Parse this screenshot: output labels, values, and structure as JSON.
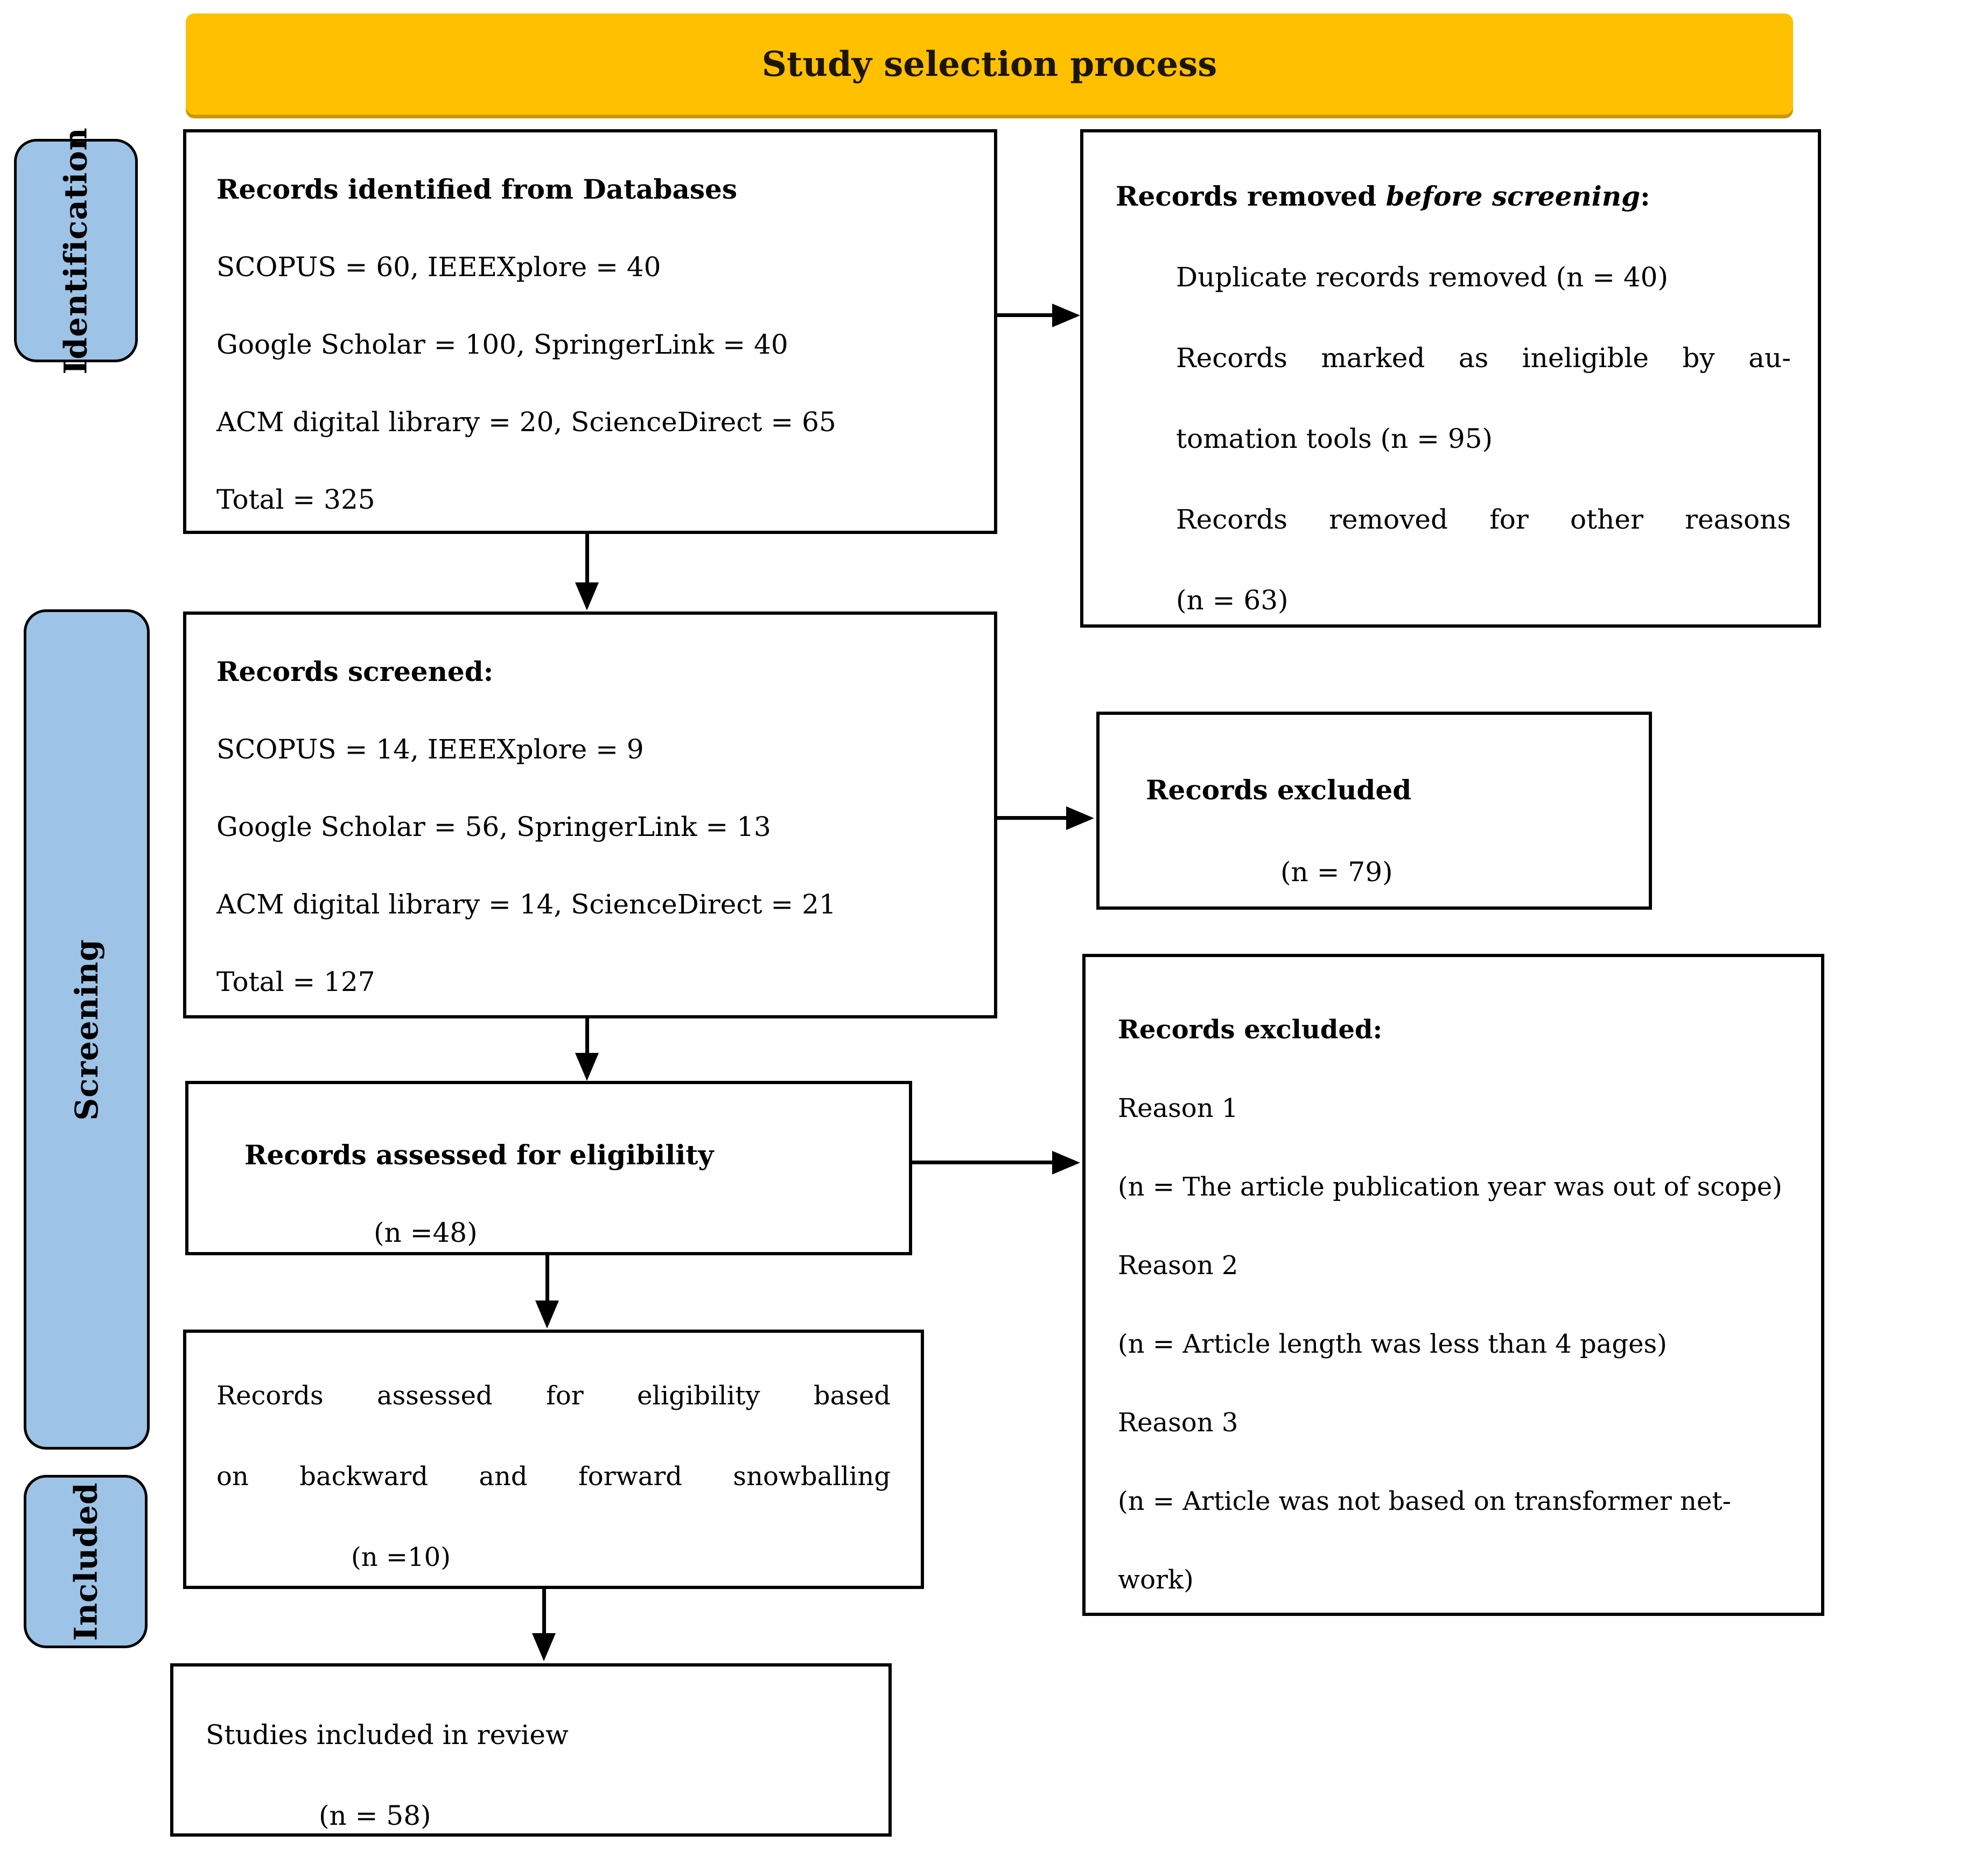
{
  "title": "Study selection process",
  "sidebar": {
    "identification": "Identification",
    "screening": "Screening",
    "included": "Included"
  },
  "boxes": {
    "identified": {
      "header": "Records identified from Databases",
      "lines": [
        "SCOPUS = 60, IEEEXplore = 40",
        "Google Scholar = 100, SpringerLink = 40",
        "ACM digital library = 20, ScienceDirect = 65",
        "Total = 325"
      ]
    },
    "removed": {
      "header_prefix": "Records removed ",
      "header_italic": "before screening",
      "header_suffix": ":",
      "lines": [
        "Duplicate records removed (n = 40)",
        "Records marked as ineligible by au-",
        "tomation tools (n = 95)",
        "Records removed for other reasons",
        "(n = 63)"
      ]
    },
    "screened": {
      "header": "Records screened:",
      "lines": [
        "SCOPUS = 14, IEEEXplore = 9",
        "Google Scholar = 56, SpringerLink = 13",
        "ACM digital library = 14, ScienceDirect = 21",
        "Total = 127"
      ]
    },
    "excluded": {
      "header": "Records excluded",
      "count": "(n = 79)"
    },
    "eligibility": {
      "header": "Records assessed for eligibility",
      "count": "(n =48)"
    },
    "excluded_reasons": {
      "header": "Records excluded:",
      "lines": [
        "Reason 1",
        "(n = The article publication year was out of scope)",
        "Reason 2",
        "(n = Article length was less than 4 pages)",
        "Reason 3",
        "(n = Article was not based on transformer net-",
        "work)"
      ]
    },
    "snowballing": {
      "lines": [
        "Records assessed for eligibility based",
        "on backward and forward snowballing"
      ],
      "count": "(n =10)"
    },
    "included_review": {
      "header": "Studies included in review",
      "count": "(n = 58)"
    }
  },
  "colors": {
    "title_fill": "#FFC000",
    "label_fill": "#9DC3E6",
    "box_border": "#000000"
  }
}
